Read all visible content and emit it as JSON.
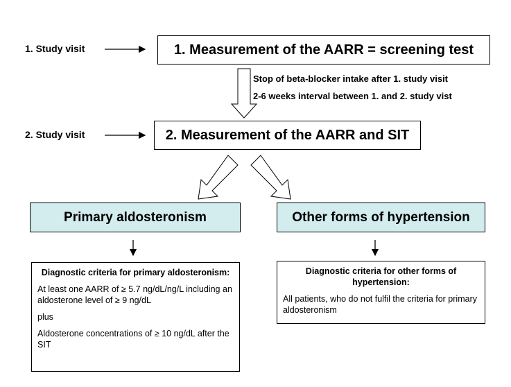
{
  "visits": {
    "first_label": "1. Study visit",
    "second_label": "2. Study visit"
  },
  "steps": {
    "screening": "1. Measurement of the AARR = screening test",
    "second": "2. Measurement of the AARR and SIT"
  },
  "notes": {
    "line1": "Stop of beta-blocker intake after 1. study visit",
    "line2": "2-6 weeks interval between 1. and 2. study vist"
  },
  "outcomes": {
    "left": "Primary aldosteronism",
    "right": "Other forms of hypertension"
  },
  "criteria_left": {
    "title": "Diagnostic criteria for primary aldosteronism:",
    "line1": "At least one AARR of ≥ 5.7 ng/dL/ng/L including an aldosterone level of ≥ 9 ng/dL",
    "line2": "plus",
    "line3": "Aldosterone concentrations of ≥ 10 ng/dL after the SIT"
  },
  "criteria_right": {
    "title": "Diagnostic criteria for other forms of hypertension:",
    "line1": "All patients, who do not fulfil the criteria for primary aldosteronism"
  },
  "colors": {
    "outcome_fill": "#d3ecee",
    "border": "#000000"
  }
}
